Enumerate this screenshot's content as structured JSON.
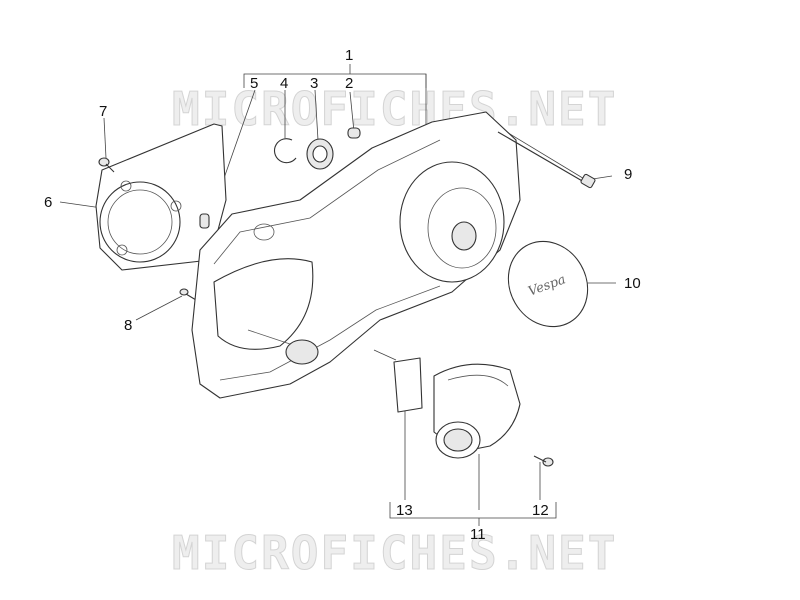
{
  "watermark": {
    "text": "MICROFICHES.NET"
  },
  "logo_text": "Vespa",
  "callouts": [
    "1",
    "2",
    "3",
    "4",
    "5",
    "6",
    "7",
    "8",
    "9",
    "10",
    "11",
    "12",
    "13"
  ]
}
